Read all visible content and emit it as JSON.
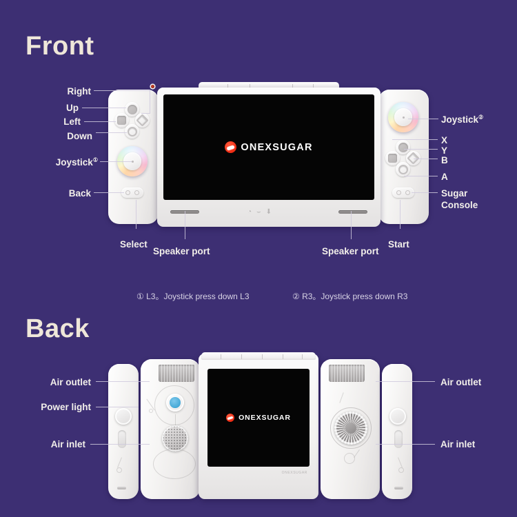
{
  "page": {
    "background_color": "#3D2F73",
    "heading_color": "#EFE7D9",
    "label_color": "#F2EFEA"
  },
  "sections": {
    "front": {
      "heading": "Front"
    },
    "back": {
      "heading": "Back"
    }
  },
  "brand": {
    "name": "ONEXSUGAR",
    "mark_color": "#EF2D15",
    "back_etch_name": "ONEXSUGAR"
  },
  "front_labels": {
    "left": [
      {
        "text": "Right"
      },
      {
        "text": "Up"
      },
      {
        "text": "Left"
      },
      {
        "text": "Down"
      },
      {
        "text": "Joystick",
        "sup": "①"
      },
      {
        "text": "Back"
      }
    ],
    "right": [
      {
        "text": "Joystick",
        "sup": "②"
      },
      {
        "text": "X"
      },
      {
        "text": "Y"
      },
      {
        "text": "B"
      },
      {
        "text": "A"
      },
      {
        "text": "Sugar"
      },
      {
        "text": "Console"
      }
    ],
    "bottom": [
      {
        "text": "Select"
      },
      {
        "text": "Speaker port"
      },
      {
        "text": "Speaker port"
      },
      {
        "text": "Start"
      }
    ]
  },
  "footnotes": [
    "① L3。Joystick press down L3",
    "② R3。Joystick press down R3"
  ],
  "back_labels": {
    "left": [
      {
        "text": "Air outlet"
      },
      {
        "text": "Power light"
      },
      {
        "text": "Air inlet"
      }
    ],
    "right": [
      {
        "text": "Air outlet"
      },
      {
        "text": "Air inlet"
      }
    ]
  },
  "icons": {
    "mini_bottom": [
      "◔",
      "⌣",
      "⬇"
    ]
  }
}
